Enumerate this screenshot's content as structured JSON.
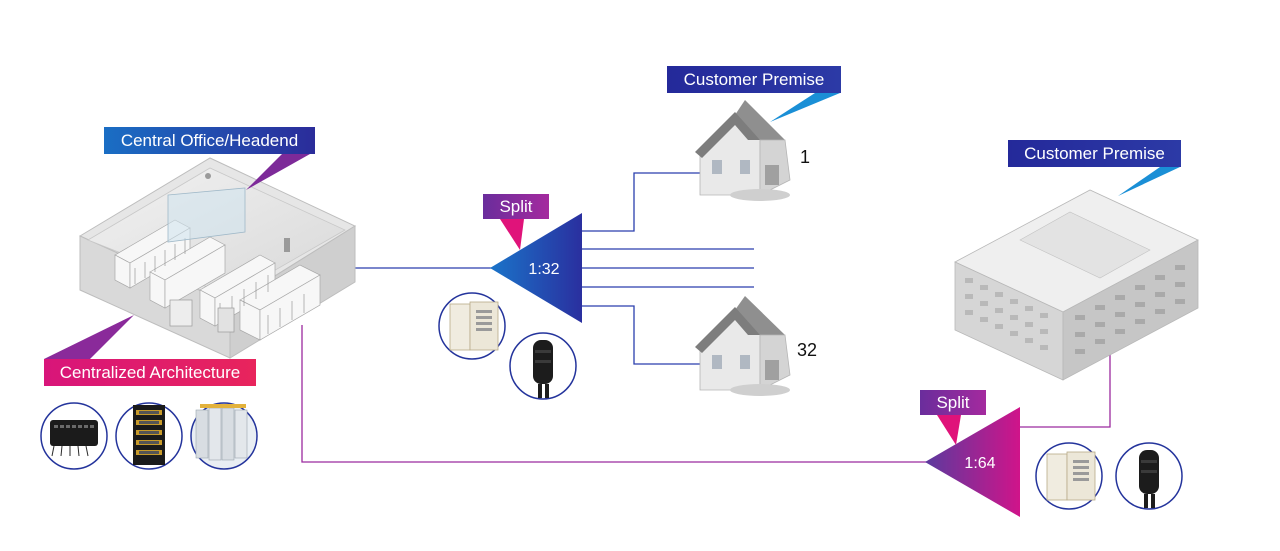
{
  "labels": {
    "central_office": "Central Office/Headend",
    "centralized_architecture": "Centralized Architecture",
    "customer_premise_house": "Customer Premise",
    "customer_premise_building": "Customer Premise",
    "split_top": "Split",
    "split_bottom": "Split"
  },
  "splitters": {
    "top_ratio": "1:32",
    "bottom_ratio": "1:64"
  },
  "houses": {
    "first_number": "1",
    "last_number": "32"
  },
  "colors": {
    "blue_dark": "#1f2a9c",
    "blue_light": "#1a8fd6",
    "purple": "#7a2a9a",
    "magenta": "#e0137a",
    "line_blue": "#2a3fae",
    "line_purple": "#9b2a9f"
  }
}
